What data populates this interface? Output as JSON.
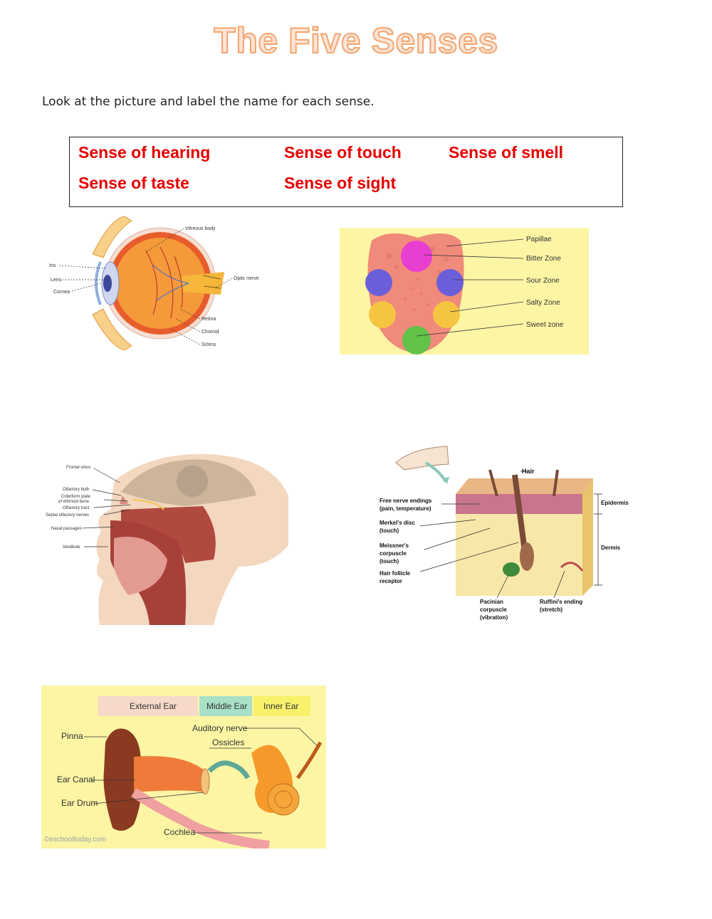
{
  "title": "The Five Senses",
  "instruction": "Look at the picture and label the name for each sense.",
  "word_bank": [
    "Sense of hearing",
    "Sense of touch",
    "Sense of smell",
    "Sense of taste",
    "Sense of sight"
  ],
  "eye": {
    "labels": [
      "Vitreous body",
      "Iris",
      "Lens",
      "Cornea",
      "Optic nerve",
      "Retina",
      "Choroid",
      "Sclera"
    ]
  },
  "tongue": {
    "labels": [
      "Papillae",
      "Bitter Zone",
      "Sour Zone",
      "Salty Zone",
      "Sweet zone"
    ],
    "colors": {
      "bitter": "#e83fd1",
      "sour": "#6a5fd8",
      "salty": "#f5c542",
      "sweet": "#62c24a",
      "tongue": "#f08a7a",
      "background": "#fbf5a4"
    }
  },
  "nose": {
    "labels": [
      "Frontal sinus",
      "Olfactory bulb",
      "Cribriform plate",
      "of ethmoid bone",
      "Olfactory tract",
      "Septal olfactory nerves",
      "Nasal passages",
      "Vestibule"
    ]
  },
  "skin": {
    "labels": [
      "Hair",
      "Free nerve endings",
      "(pain, temperature)",
      "Merkel's disc",
      "(touch)",
      "Meissner's",
      "corpuscle",
      "(touch)",
      "Hair follicle",
      "receptor",
      "Pacinian",
      "corpuscle",
      "(vibration)",
      "Ruffini's ending",
      "(stretch)",
      "Epidermis",
      "Dermis"
    ]
  },
  "ear": {
    "labels": [
      "External Ear",
      "Middle Ear",
      "Inner Ear",
      "Pinna",
      "Auditory nerve",
      "Ossicles",
      "Ear Canal",
      "Ear Drum",
      "Cochlea"
    ],
    "watermark": "©eschooltoday.com"
  }
}
